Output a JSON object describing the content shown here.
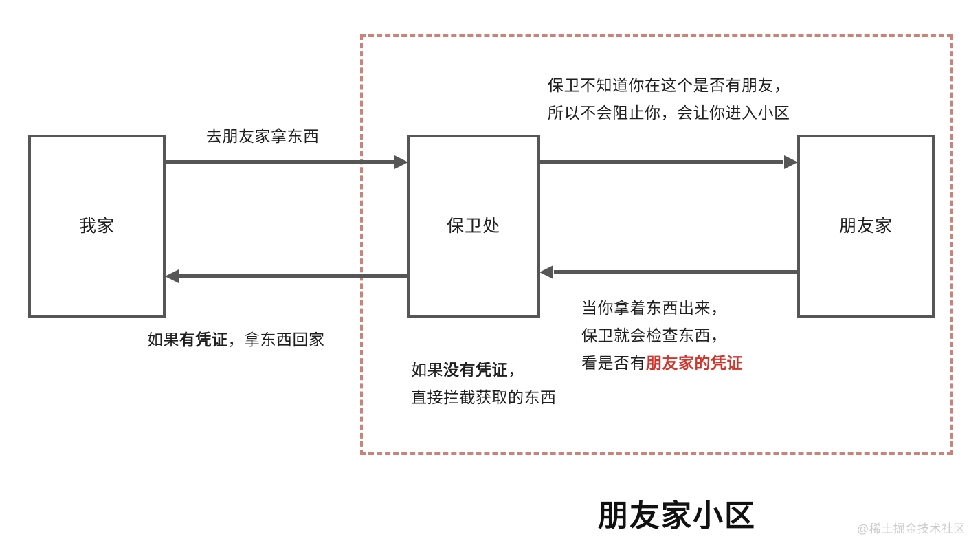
{
  "diagram": {
    "caption": "朋友家小区",
    "watermark": "@稀土掘金技术社区",
    "colors": {
      "zone_border": "#cb8279",
      "node_border": "#565656",
      "arrow": "#565656",
      "highlight_text": "#d1352c",
      "body_text": "#1f1f1f",
      "watermark": "#c9c9c9"
    },
    "nodes": [
      {
        "id": "home",
        "label": "我家"
      },
      {
        "id": "guard",
        "label": "保卫处"
      },
      {
        "id": "friend",
        "label": "朋友家"
      }
    ],
    "edges": [
      {
        "id": "home-to-guard",
        "direction": "right",
        "label": "去朋友家拿东西"
      },
      {
        "id": "guard-to-friend",
        "direction": "right",
        "label": ""
      },
      {
        "id": "friend-to-guard",
        "direction": "left",
        "label": ""
      },
      {
        "id": "guard-to-home",
        "direction": "left",
        "label": ""
      }
    ],
    "notes": {
      "go_label": "去朋友家拿东西",
      "return_label": {
        "line1_prefix": "如果",
        "line1_bold": "有凭证",
        "line1_suffix": "，拿东西回家"
      },
      "guard_pass": {
        "line1": "保卫不知道你在这个是否有朋友，",
        "line2": "所以不会阻止你，会让你进入小区"
      },
      "no_pass": {
        "line1_prefix": "如果",
        "line1_bold": "没有凭证",
        "line1_suffix": "，",
        "line2": "直接拦截获取的东西"
      },
      "check": {
        "line1": "当你拿着东西出来，",
        "line2": "保卫就会检查东西，",
        "line3_prefix": "看是否有",
        "line3_highlight": "朋友家的凭证"
      }
    }
  }
}
